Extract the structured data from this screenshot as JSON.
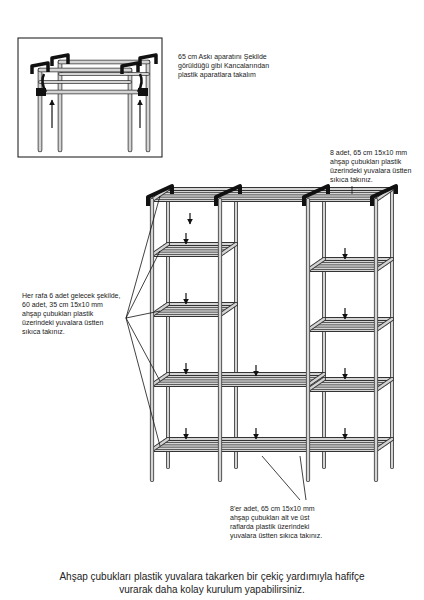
{
  "diagram": {
    "caption": "Ahşap çubukları plastik yuvalara takarken bir çekiç yardımıyla hafifçe vurarak daha kolay kurulum yapabilirsiniz.",
    "labels": [
      "65 cm Askı aparatını Şekilde görüldüğü gibi Kancalarından plastik aparatlara takalım",
      "8 adet, 65 cm 15x10 mm ahşap çubukları plastik üzerindeki yuvalara üstten sıkıca takınız.",
      "Her rafa 6 adet gelecek şekilde, 60 adet, 35 cm 15x10 mm ahşap çubukları plastik üzerindeki yuvalara üstten sıkıca takınız.",
      "8'er adet, 65 cm 15x10 mm ahşap çubukları alt ve üst raflarda plastik üzerindeki yuvalara üstten sıkıca takınız."
    ]
  }
}
